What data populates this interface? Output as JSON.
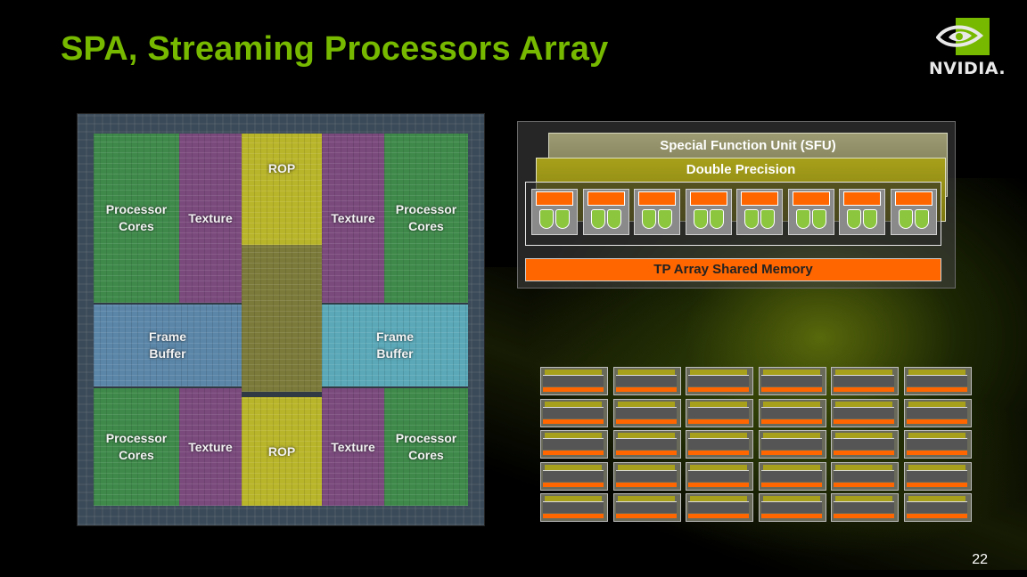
{
  "slide": {
    "title": "SPA, Streaming Processors Array",
    "page_number": "22",
    "logo_text": "NVIDIA."
  },
  "die": {
    "blocks": [
      {
        "label": "Processor\nCores",
        "color": "green"
      },
      {
        "label": "Texture",
        "color": "purple"
      },
      {
        "label": "ROP",
        "color": "yellow"
      },
      {
        "label": "Texture",
        "color": "purple"
      },
      {
        "label": "Processor\nCores",
        "color": "green"
      },
      {
        "label": "Frame\nBuffer",
        "color": "blue"
      },
      {
        "label": "Frame\nBuffer",
        "color": "cyan"
      },
      {
        "label": "Processor\nCores",
        "color": "green"
      },
      {
        "label": "Texture",
        "color": "purple"
      },
      {
        "label": "ROP",
        "color": "yellow"
      },
      {
        "label": "Texture",
        "color": "purple"
      },
      {
        "label": "Processor\nCores",
        "color": "green"
      }
    ]
  },
  "tp_diagram": {
    "sfu_label": "Special Function Unit (SFU)",
    "dp_label": "Double Precision",
    "memory_label": "TP Array Shared Memory",
    "core_count": 8
  },
  "mini_array": {
    "rows": 5,
    "cols": 6
  },
  "colors": {
    "title_green": "#76b900",
    "memory_orange": "#ff6600",
    "dp_olive": "#a7a01a",
    "shader_green": "#8cc63f"
  }
}
